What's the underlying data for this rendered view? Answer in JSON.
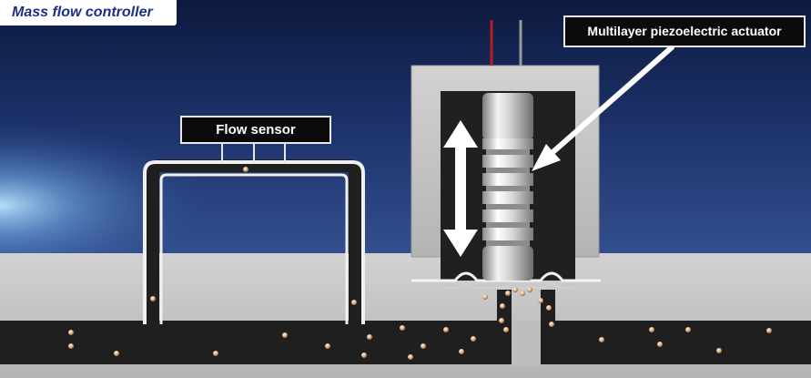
{
  "title": "Mass flow controller",
  "labels": {
    "flow_sensor": "Flow sensor",
    "actuator": "Multilayer piezoelectric actuator"
  },
  "colors": {
    "sky_top": "#0d1a3e",
    "sky_bottom": "#3c66a8",
    "title_text": "#1c2f86",
    "housing": "#c2c2c2",
    "channel": "#1e1e1e",
    "particle": "#e0b48c",
    "wire_red": "#b41e1e"
  },
  "icons": {
    "motion_arrow": "double-headed-vertical-arrow-icon",
    "pointer_arrow": "pointer-arrow-icon"
  }
}
